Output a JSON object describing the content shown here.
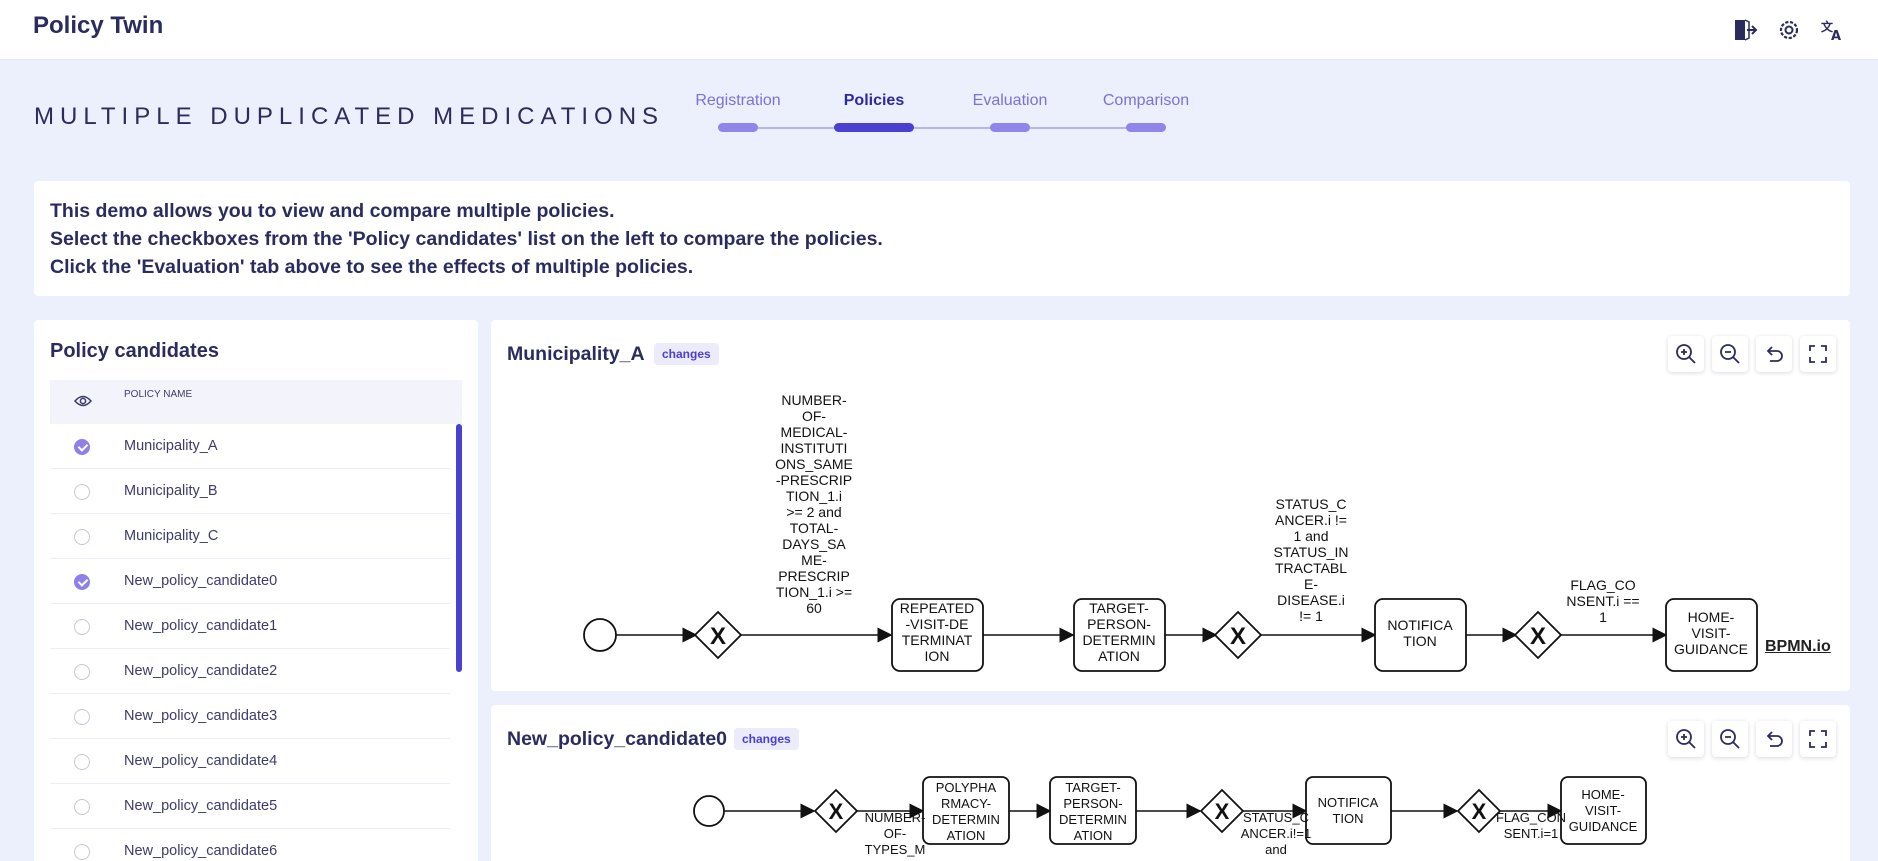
{
  "app": {
    "title": "Policy Twin"
  },
  "header_icons": [
    "exit-icon",
    "gear-icon",
    "translate-icon"
  ],
  "page": {
    "title": "MULTIPLE DUPLICATED MEDICATIONS"
  },
  "steps": [
    {
      "label": "Registration",
      "active": false
    },
    {
      "label": "Policies",
      "active": true
    },
    {
      "label": "Evaluation",
      "active": false
    },
    {
      "label": "Comparison",
      "active": false
    }
  ],
  "info": {
    "lines": [
      "This demo allows you to view and compare multiple policies.",
      "Select the checkboxes from the 'Policy candidates' list on the left to compare the policies.",
      "Click the 'Evaluation' tab above to see the effects of multiple policies."
    ]
  },
  "candidates": {
    "title": "Policy candidates",
    "column_header": "POLICY NAME",
    "rows": [
      {
        "name": "Municipality_A",
        "checked": true
      },
      {
        "name": "Municipality_B",
        "checked": false
      },
      {
        "name": "Municipality_C",
        "checked": false
      },
      {
        "name": "New_policy_candidate0",
        "checked": true
      },
      {
        "name": "New_policy_candidate1",
        "checked": false
      },
      {
        "name": "New_policy_candidate2",
        "checked": false
      },
      {
        "name": "New_policy_candidate3",
        "checked": false
      },
      {
        "name": "New_policy_candidate4",
        "checked": false
      },
      {
        "name": "New_policy_candidate5",
        "checked": false
      },
      {
        "name": "New_policy_candidate6",
        "checked": false
      }
    ]
  },
  "cards": [
    {
      "title": "Municipality_A",
      "badge": "changes",
      "logo": "BPMN.io",
      "tasks": [
        "REPEATED -VISIT-DE TERMINAT ION",
        "TARGET- PERSON- DETERMIN ATION",
        "NOTIFICA TION",
        "HOME- VISIT- GUIDANCE"
      ],
      "conditions": [
        "NUMBER- OF- MEDICAL- INSTITUTI ONS_SAME -PRESCRIP TION_1.i >= 2 and TOTAL- DAYS_SA ME- PRESCRIP TION_1.i >= 60",
        "STATUS_C ANCER.i != 1 and STATUS_IN TRACTABL E- DISEASE.i != 1",
        "FLAG_CO NSENT.i == 1"
      ]
    },
    {
      "title": "New_policy_candidate0",
      "badge": "changes",
      "tasks": [
        "POLYPHA RMACY- DETERMIN ATION",
        "TARGET- PERSON- DETERMIN ATION",
        "NOTIFICA TION",
        "HOME- VISIT- GUIDANCE"
      ],
      "conditions": [
        "NUMBER- OF- TYPES_M",
        "STATUS_C ANCER.i!=1 and",
        "FLAG_CON SENT.i=1"
      ]
    }
  ],
  "card_controls": [
    "zoom-in-icon",
    "zoom-out-icon",
    "reset-icon",
    "fullscreen-icon"
  ]
}
